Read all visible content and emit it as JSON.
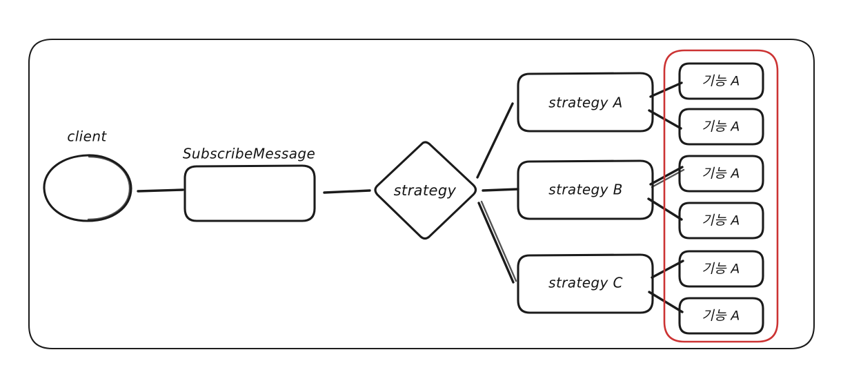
{
  "diagram": {
    "title_text": "",
    "colors": {
      "stroke": "#1b1b1b",
      "container_border": "#1d1d1d",
      "highlight_group": "#cc3333",
      "background": "#ffffff",
      "node_fill": "#ffffff"
    },
    "container": {
      "name": "system-boundary"
    },
    "nodes": {
      "client": {
        "label": "client",
        "shape": "ellipse"
      },
      "message": {
        "label": "SubscribeMessage",
        "shape": "rounded-rect"
      },
      "decision": {
        "label": "strategy",
        "shape": "diamond"
      },
      "strategies": [
        {
          "label": "strategy A",
          "shape": "rounded-rect"
        },
        {
          "label": "strategy B",
          "shape": "rounded-rect"
        },
        {
          "label": "strategy C",
          "shape": "rounded-rect"
        }
      ],
      "functions": [
        {
          "label": "기능 A",
          "shape": "rounded-rect"
        },
        {
          "label": "기능 A",
          "shape": "rounded-rect"
        },
        {
          "label": "기능 A",
          "shape": "rounded-rect"
        },
        {
          "label": "기능 A",
          "shape": "rounded-rect"
        },
        {
          "label": "기능 A",
          "shape": "rounded-rect"
        },
        {
          "label": "기능 A",
          "shape": "rounded-rect"
        }
      ]
    },
    "highlight_group": {
      "name": "function-group-highlight",
      "color": "#cc3333"
    }
  }
}
